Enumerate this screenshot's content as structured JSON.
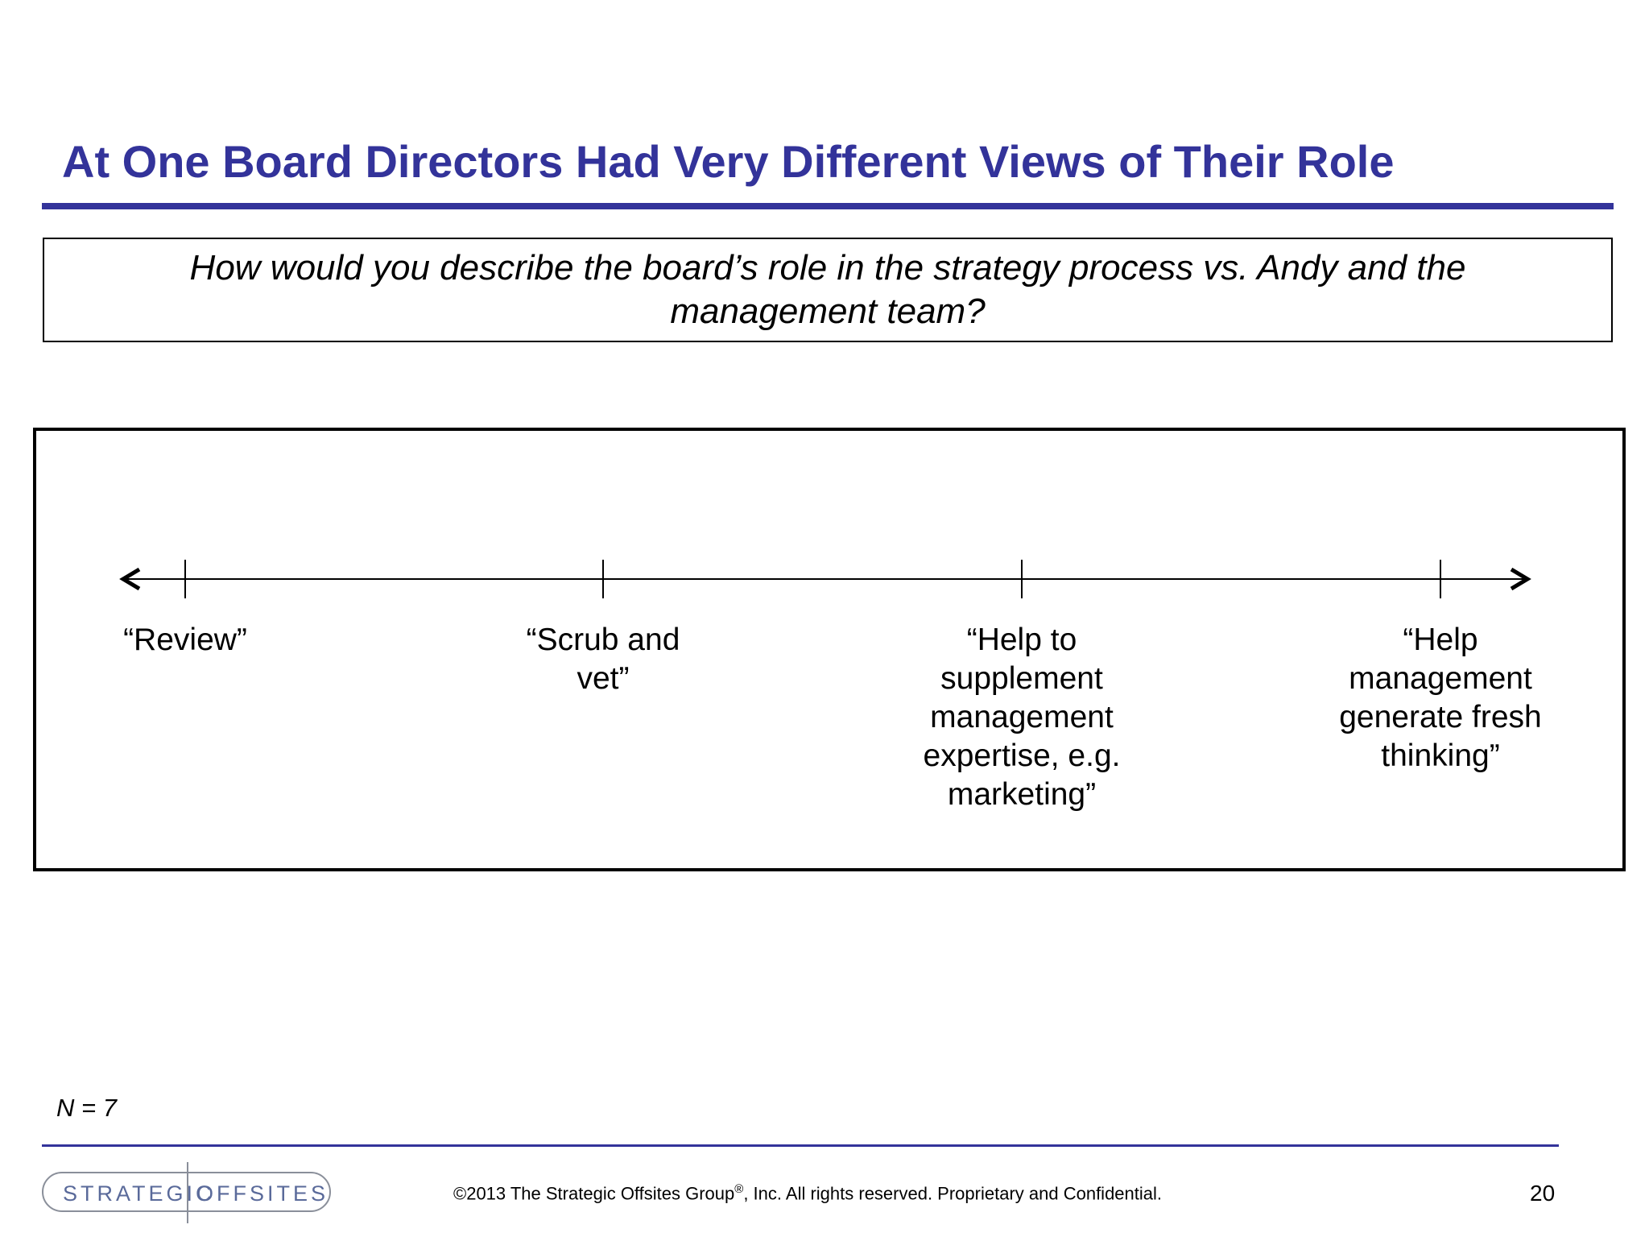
{
  "title": "At One Board Directors Had Very Different Views of Their Role",
  "question": "How would you describe the board’s role in the strategy process vs. Andy and the management team?",
  "spectrum": {
    "labels": [
      "“Review”",
      "“Scrub and vet”",
      "“Help to supplement management expertise, e.g. marketing”",
      "“Help management generate fresh thinking”"
    ]
  },
  "note": "N = 7",
  "footer": {
    "logo_left": "STRATEGIC",
    "logo_right": "OFFSITES",
    "copyright_pre": "©2013 The Strategic Offsites Group",
    "copyright_reg": "®",
    "copyright_post": ", Inc.  All rights reserved. Proprietary and Confidential.",
    "page_number": "20"
  },
  "colors": {
    "title": "#33339a",
    "rule": "#33339a",
    "logo": "#5a6a9a"
  }
}
